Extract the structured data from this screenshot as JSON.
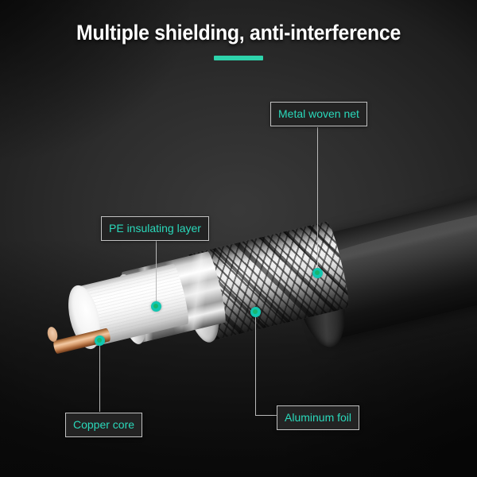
{
  "header": {
    "title": "Multiple shielding, anti-interference",
    "accent_color": "#2ed3ab"
  },
  "theme": {
    "background": "#2c2c2c",
    "label_text_color": "#2ad9bb",
    "label_border_color": "#c2c2c2",
    "label_fill_color": "#232323",
    "leader_line_color": "#b9b9b9",
    "marker_ring_color": "#12c6b0",
    "marker_center_color": "#17b56f",
    "title_color": "#ffffff"
  },
  "diagram": {
    "subject": "coaxial-cable-cutaway",
    "callouts": [
      {
        "id": "metal-woven-net",
        "label": "Metal woven net",
        "layer": "braided-shield"
      },
      {
        "id": "pe-insulating-layer",
        "label": "PE insulating layer",
        "layer": "dielectric-insulator"
      },
      {
        "id": "copper-core",
        "label": "Copper core",
        "layer": "center-conductor"
      },
      {
        "id": "aluminum-foil",
        "label": "Aluminum foil",
        "layer": "foil-shield"
      }
    ],
    "layers": [
      {
        "name": "copper-core",
        "color": "#d8a273"
      },
      {
        "name": "pe-insulating-layer",
        "color": "#ffffff"
      },
      {
        "name": "aluminum-foil",
        "color": "#e2e2e2"
      },
      {
        "name": "metal-woven-net",
        "color": "#dcdcdc"
      },
      {
        "name": "outer-jacket",
        "color": "#1d1d1d"
      }
    ]
  }
}
